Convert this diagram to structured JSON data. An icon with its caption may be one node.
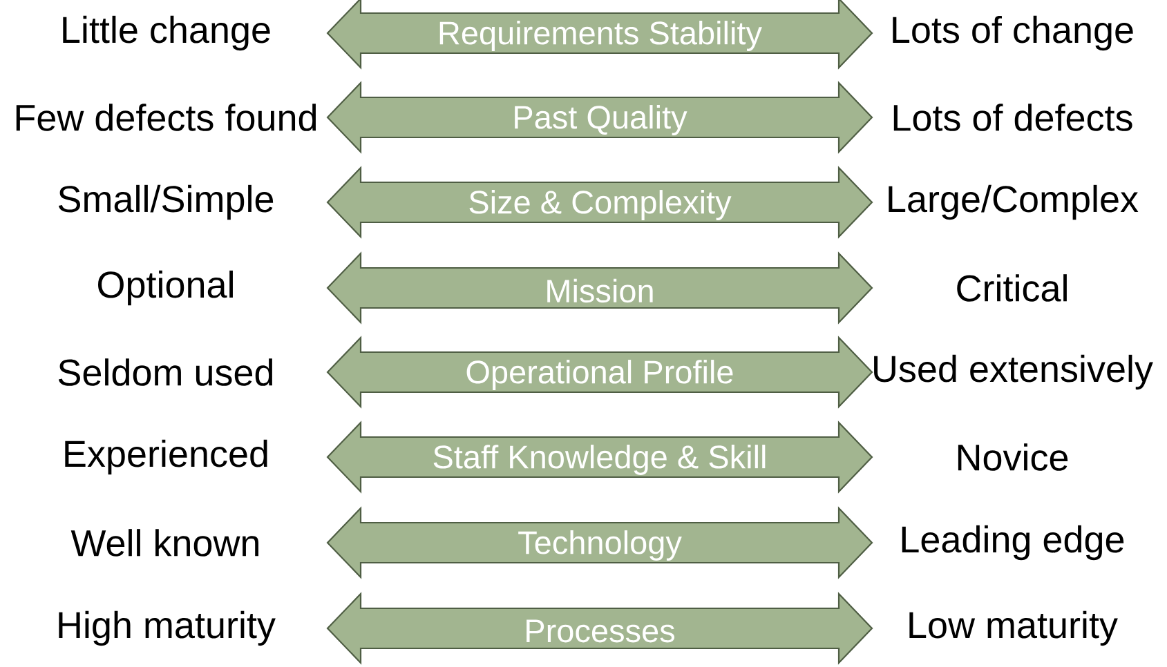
{
  "diagram": {
    "nodes": [
      {
        "text": [
          "Little change"
        ]
      },
      {
        "text": [
          "Lots of change"
        ]
      },
      {
        "text": [
          "Few defects found"
        ]
      },
      {
        "text": [
          "Lots of defects"
        ]
      },
      {
        "text": [
          "Small/Simple"
        ]
      },
      {
        "text": [
          "Large/Complex"
        ]
      },
      {
        "text": [
          "Optional"
        ]
      },
      {
        "text": [
          "Critical"
        ]
      },
      {
        "text": [
          "Seldom used"
        ]
      },
      {
        "text": [
          "Used extensively"
        ]
      },
      {
        "text": [
          "Experienced"
        ]
      },
      {
        "text": [
          "Novice"
        ]
      },
      {
        "text": [
          "Well known"
        ]
      },
      {
        "text": [
          "Leading edge"
        ]
      },
      {
        "text": [
          "High maturity"
        ]
      },
      {
        "text": [
          "Low maturity"
        ]
      }
    ],
    "edges": [
      {
        "from": 0,
        "to": 1,
        "arrow": "both",
        "label": "Requirements Stability",
        "style": "thick"
      },
      {
        "from": 2,
        "to": 3,
        "arrow": "both",
        "label": "Past Quality",
        "style": "thick"
      },
      {
        "from": 4,
        "to": 5,
        "arrow": "both",
        "label": "Size & Complexity",
        "style": "thick"
      },
      {
        "from": 6,
        "to": 7,
        "arrow": "both",
        "label": "Mission",
        "style": "thick"
      },
      {
        "from": 8,
        "to": 9,
        "arrow": "both",
        "label": "Operational Profile",
        "style": "thick"
      },
      {
        "from": 10,
        "to": 11,
        "arrow": "both",
        "label": "Staff Knowledge & Skill",
        "style": "thick"
      },
      {
        "from": 12,
        "to": 13,
        "arrow": "both",
        "label": "Technology",
        "style": "thick"
      },
      {
        "from": 14,
        "to": 15,
        "arrow": "both",
        "label": "Processes",
        "style": "thick"
      }
    ]
  }
}
